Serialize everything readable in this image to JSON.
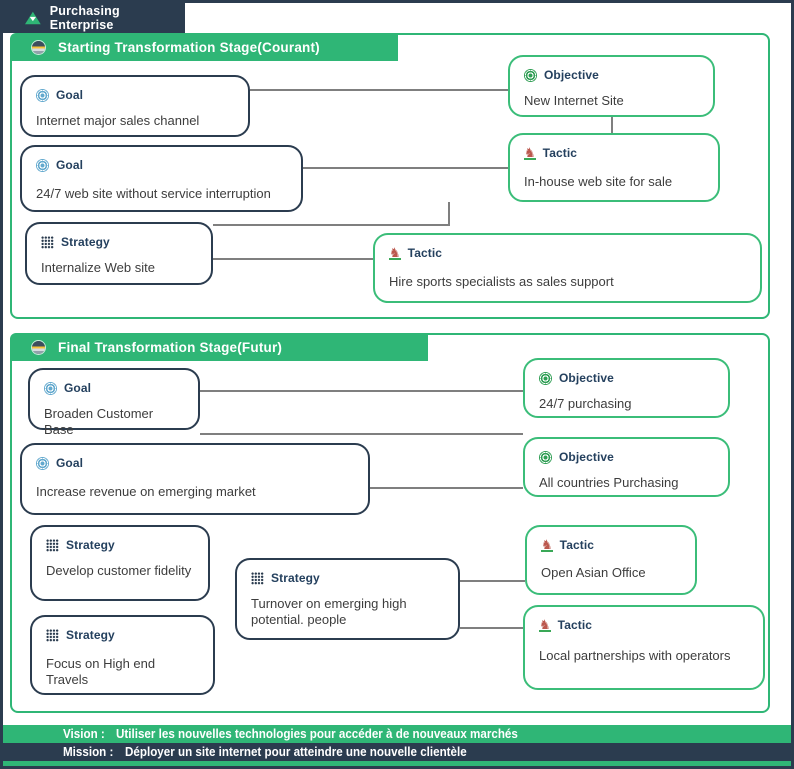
{
  "window": {
    "title": "Purchasing Enterprise"
  },
  "stages": [
    {
      "title": "Starting Transformation Stage(Courant)"
    },
    {
      "title": "Final Transformation Stage(Futur)"
    }
  ],
  "nodes": [
    {
      "type_label": "Goal",
      "text": "Internet major sales channel"
    },
    {
      "type_label": "Objective",
      "text": "New Internet Site"
    },
    {
      "type_label": "Goal",
      "text": "24/7 web site without service interruption"
    },
    {
      "type_label": "Tactic",
      "text": "In-house web site for sale"
    },
    {
      "type_label": "Strategy",
      "text": "Internalize Web site"
    },
    {
      "type_label": "Tactic",
      "text": "Hire sports specialists as sales support"
    },
    {
      "type_label": "Goal",
      "text": "Broaden Customer Base"
    },
    {
      "type_label": "Objective",
      "text": "24/7 purchasing"
    },
    {
      "type_label": "Goal",
      "text": "Increase revenue on emerging market"
    },
    {
      "type_label": "Objective",
      "text": "All countries Purchasing"
    },
    {
      "type_label": "Strategy",
      "text": "Develop customer fidelity"
    },
    {
      "type_label": "Strategy",
      "text": "Turnover on emerging high potential. people"
    },
    {
      "type_label": "Strategy",
      "text": "Focus on High end Travels"
    },
    {
      "type_label": "Tactic",
      "text": "Open Asian Office"
    },
    {
      "type_label": "Tactic",
      "text": "Local partnerships with operators"
    }
  ],
  "icons": {
    "tactic_glyph": "♞"
  },
  "footer": {
    "vision_label": "Vision :",
    "vision_text": "Utiliser les nouvelles technologies pour accéder à de nouveaux marchés",
    "mission_label": "Mission :",
    "mission_text": "Déployer un site internet pour atteindre une nouvelle clientèle"
  },
  "colors": {
    "navy": "#2b3c4f",
    "green": "#2fb676",
    "green_border": "#3bbd79",
    "label_navy": "#24405e",
    "goal_icon_blue": "#63a9ce",
    "tactic_icon_red": "#bc584e",
    "connector_gray": "#7f7f7f"
  }
}
